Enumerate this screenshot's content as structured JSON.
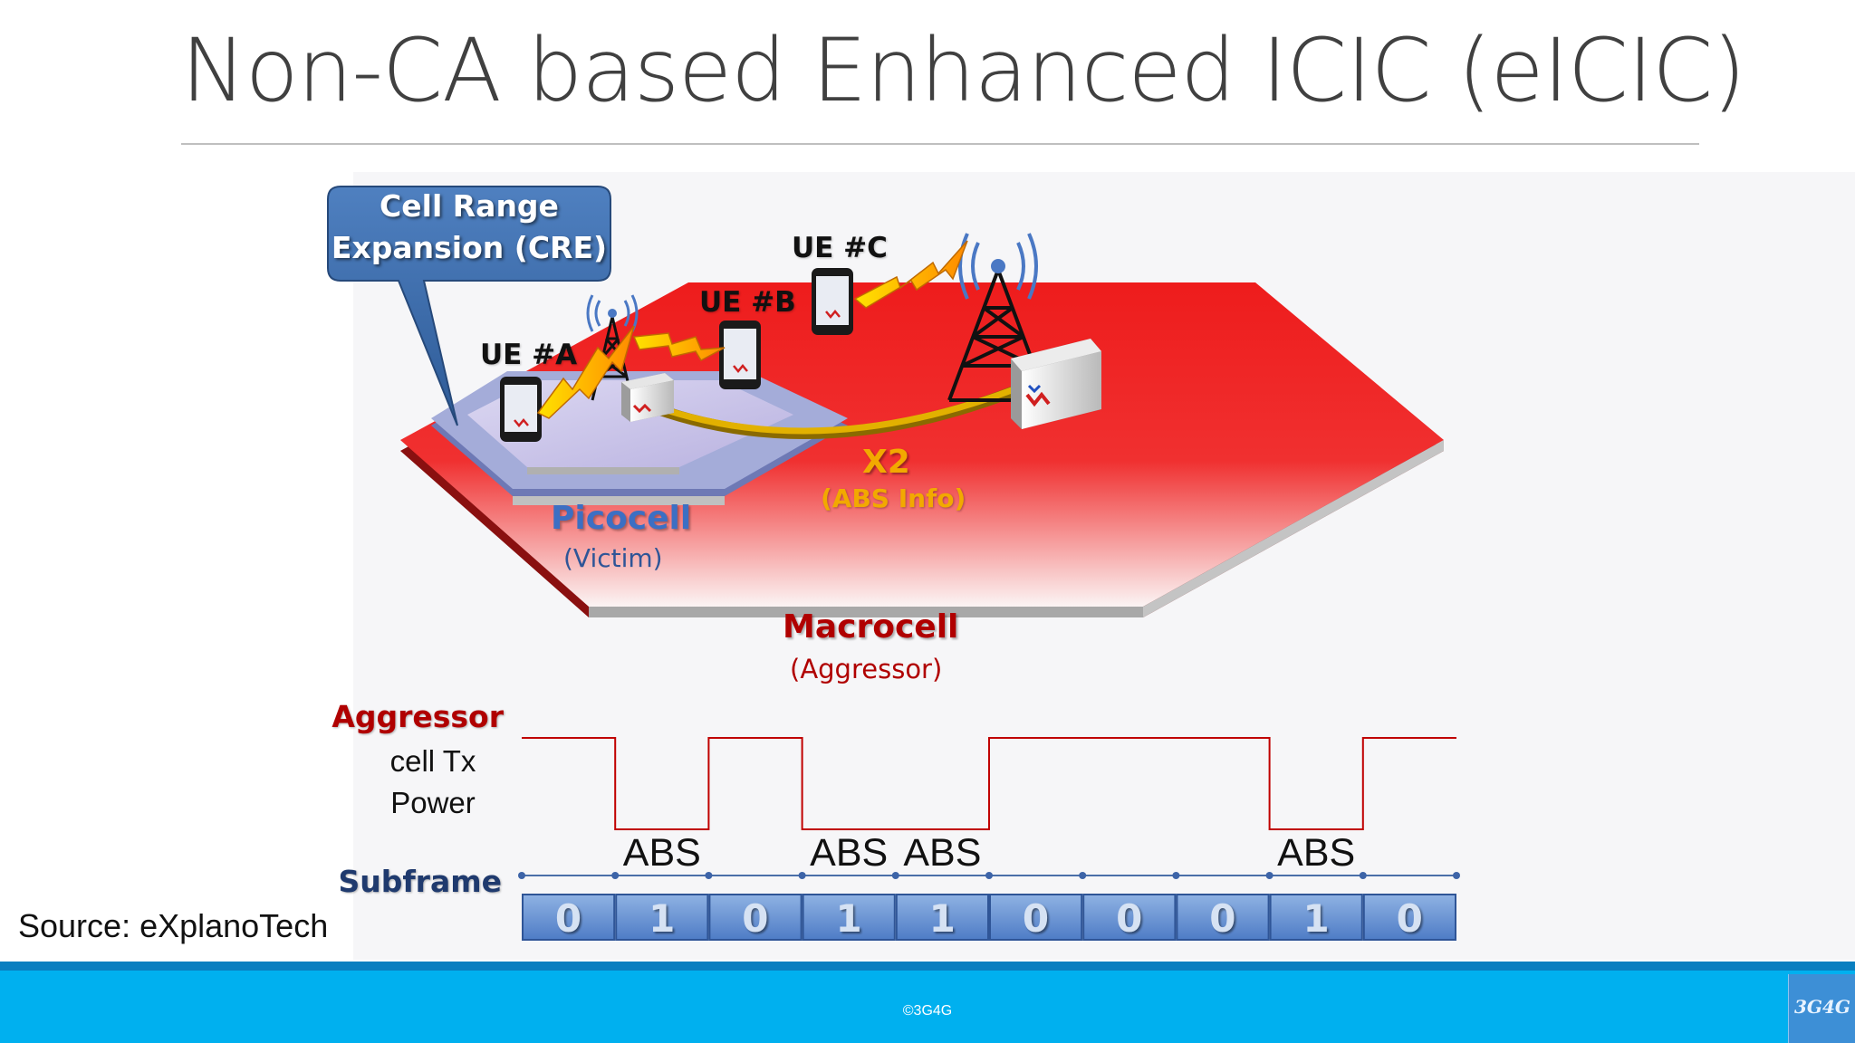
{
  "slide": {
    "title": "Non-CA based Enhanced ICIC (eICIC)",
    "source": "Source: eXplanoTech",
    "copyright": "©3G4G",
    "logo_text": "3G4G"
  },
  "diagram": {
    "callout": {
      "line1": "Cell Range",
      "line2": "Expansion (CRE)"
    },
    "ues": [
      "UE #A",
      "UE #B",
      "UE #C"
    ],
    "x2": {
      "label": "X2",
      "sub": "(ABS Info)"
    },
    "picocell": {
      "label": "Picocell",
      "sub": "(Victim)"
    },
    "macrocell": {
      "label": "Macrocell",
      "sub": "(Aggressor)"
    },
    "colors": {
      "macro_red": "#ee1c1c",
      "pico_lavender": "#c9c3e8",
      "x2_gold": "#d9a400",
      "signal_blue": "#4a78c4"
    },
    "icons": [
      "tower-icon",
      "base-station-cabinet-icon",
      "phone-icon",
      "lightning-icon",
      "antenna-signal-icon"
    ]
  },
  "timeline": {
    "aggressor_label": "Aggressor",
    "power_line1": "cell Tx",
    "power_line2": "Power",
    "subframe_label": "Subframe",
    "abs_label": "ABS",
    "subframes": [
      0,
      1,
      0,
      1,
      1,
      0,
      0,
      0,
      1,
      0
    ]
  }
}
